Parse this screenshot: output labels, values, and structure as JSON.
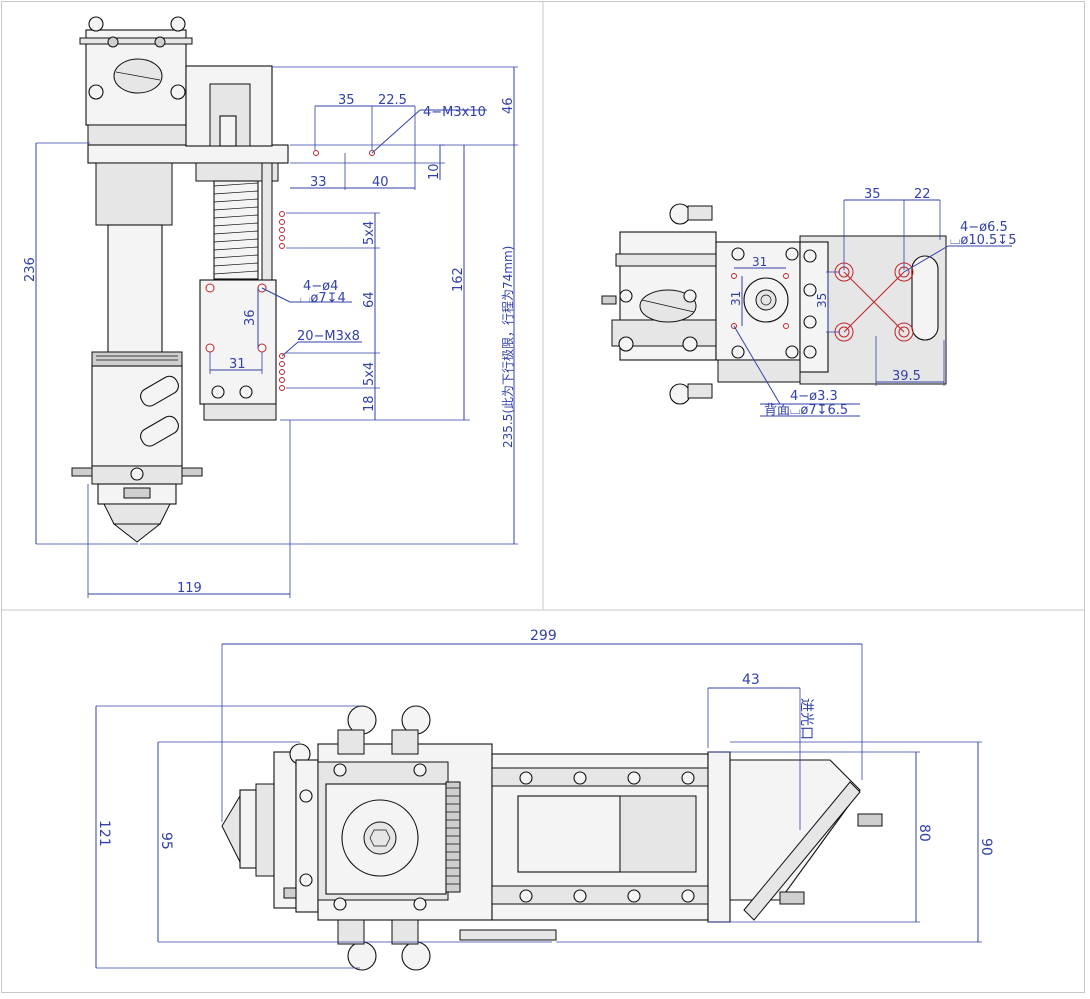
{
  "views": {
    "side": {
      "dims": {
        "d35": "35",
        "d22_5": "22.5",
        "m3x10": "4−M3x10",
        "d46": "46",
        "d33": "33",
        "d40": "40",
        "d10": "10",
        "d236": "236",
        "d162": "162",
        "d5x4a": "5x4",
        "d5x4b": "5x4",
        "d64": "64",
        "d18": "18",
        "phi4": "4−ø4",
        "phi4b": "⌴ø7↧4",
        "d36": "36",
        "m3x8": "20−M3x8",
        "d31": "31",
        "d235": "235.5(此为下行极限，行程为74mm)",
        "d119": "119"
      }
    },
    "top": {
      "dims": {
        "d35": "35",
        "d22": "22",
        "phi65": "4−ø6.5",
        "phi105": "⌴ø10.5↧5",
        "d31a": "31",
        "d31b": "31",
        "d35v": "35",
        "d39_5": "39.5",
        "phi33": "4−ø3.3",
        "back": "背面⌴ø7↧6.5"
      }
    },
    "front": {
      "dims": {
        "d299": "299",
        "d43": "43",
        "inlet": "进光口",
        "d121": "121",
        "d95": "95",
        "d80": "80",
        "d90": "90"
      }
    }
  },
  "colors": {
    "dimension": "#3341a8",
    "hole_marker": "#c0262c",
    "outline": "#111111"
  }
}
